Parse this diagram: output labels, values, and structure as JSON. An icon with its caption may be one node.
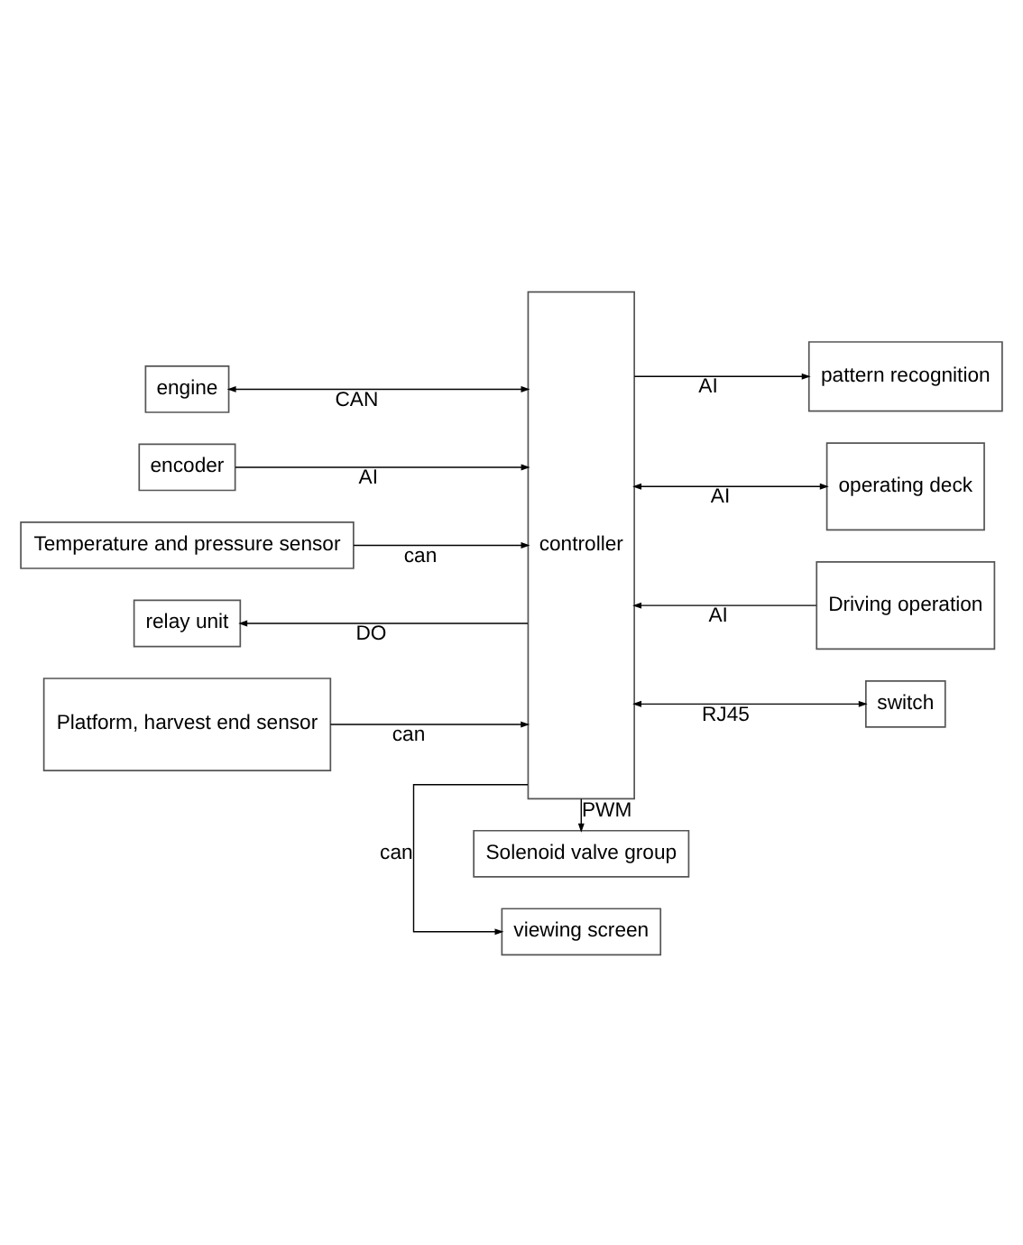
{
  "diagram": {
    "nodes": [
      {
        "text": [
          "viewing screen"
        ]
      },
      {
        "text": [
          "controller"
        ]
      },
      {
        "text": [
          "engine"
        ]
      },
      {
        "text": [
          "encoder"
        ]
      },
      {
        "text": [
          "Temperature and pressure sensor"
        ]
      },
      {
        "text": [
          "relay unit"
        ]
      },
      {
        "text": [
          "Platform, harvest end sensor"
        ]
      },
      {
        "text": [
          "pattern recognition"
        ]
      },
      {
        "text": [
          "operating deck"
        ]
      },
      {
        "text": [
          "Driving operation"
        ]
      },
      {
        "text": [
          "switch"
        ]
      },
      {
        "text": [
          "Solenoid valve group"
        ]
      }
    ],
    "edges": [
      {
        "from": 1,
        "to": 0,
        "arrow": "to",
        "label": "can"
      },
      {
        "from": 2,
        "to": 1,
        "arrow": "both",
        "label": "CAN"
      },
      {
        "from": 3,
        "to": 1,
        "arrow": "to",
        "label": "AI"
      },
      {
        "from": 4,
        "to": 1,
        "arrow": "to",
        "label": "can"
      },
      {
        "from": 1,
        "to": 5,
        "arrow": "to",
        "label": "DO"
      },
      {
        "from": 6,
        "to": 1,
        "arrow": "to",
        "label": "can"
      },
      {
        "from": 1,
        "to": 7,
        "arrow": "to",
        "label": "AI"
      },
      {
        "from": 8,
        "to": 1,
        "arrow": "both",
        "label": "AI"
      },
      {
        "from": 9,
        "to": 1,
        "arrow": "to",
        "label": "AI"
      },
      {
        "from": 10,
        "to": 1,
        "arrow": "both",
        "label": "RJ45"
      },
      {
        "from": 1,
        "to": 11,
        "arrow": "to",
        "label": "PWM"
      }
    ]
  }
}
